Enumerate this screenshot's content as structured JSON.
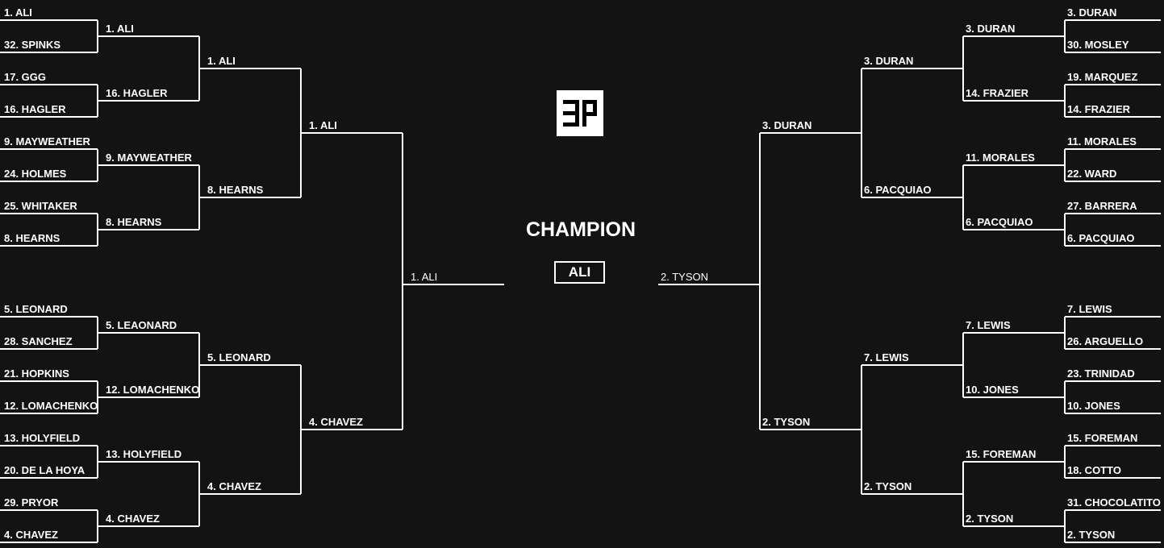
{
  "left": {
    "round1": [
      "1. ALI",
      "32. SPINKS",
      "17. GGG",
      "16. HAGLER",
      "9. MAYWEATHER",
      "24. HOLMES",
      "25. WHITAKER",
      "8. HEARNS",
      "5. LEONARD",
      "28. SANCHEZ",
      "21. HOPKINS",
      "12. LOMACHENKO",
      "13. HOLYFIELD",
      "20. DE LA HOYA",
      "29. PRYOR",
      "4. CHAVEZ"
    ],
    "round2": [
      "1. ALI",
      "16. HAGLER",
      "9. MAYWEATHER",
      "8. HEARNS",
      "5. LEAONARD",
      "12. LOMACHENKO",
      "13. HOLYFIELD",
      "4. CHAVEZ"
    ],
    "round3": [
      "1. ALI",
      "8. HEARNS",
      "5. LEONARD",
      "4. CHAVEZ"
    ],
    "round4": [
      "1. ALI",
      "4. CHAVEZ"
    ],
    "finalist": "1. ALI"
  },
  "right": {
    "round1": [
      "3. DURAN",
      "30. MOSLEY",
      "19. MARQUEZ",
      "14. FRAZIER",
      "11. MORALES",
      "22. WARD",
      "27. BARRERA",
      "6. PACQUIAO",
      "7. LEWIS",
      "26. ARGUELLO",
      "23. TRINIDAD",
      "10. JONES",
      "15. FOREMAN",
      "18. COTTO",
      "31. CHOCOLATITO",
      "2. TYSON"
    ],
    "round2": [
      "3. DURAN",
      "14. FRAZIER",
      "11. MORALES",
      "6. PACQUIAO",
      "7. LEWIS",
      "10. JONES",
      "15. FOREMAN",
      "2. TYSON"
    ],
    "round3": [
      "3. DURAN",
      "6. PACQUIAO",
      "7. LEWIS",
      "2. TYSON"
    ],
    "round4": [
      "3. DURAN",
      "2. TYSON"
    ],
    "finalist": "2. TYSON"
  },
  "champion": {
    "title": "CHAMPION",
    "name": "ALI"
  },
  "logo": {
    "icon": "ep-logo-icon",
    "text": "EP"
  },
  "colors": {
    "background": "#131313",
    "line": "#ffffff",
    "text": "#ffffff"
  }
}
